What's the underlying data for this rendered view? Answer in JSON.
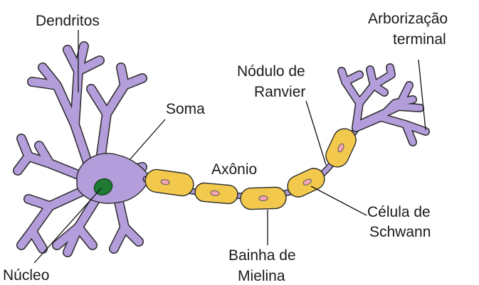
{
  "labels": {
    "dendrites": "Dendritos",
    "terminal_line1": "Arborização",
    "terminal_line2": "terminal",
    "ranvier_line1": "Nódulo de",
    "ranvier_line2": "Ranvier",
    "soma": "Soma",
    "axon": "Axônio",
    "schwann_line1": "Célula de",
    "schwann_line2": "Schwann",
    "myelin_line1": "Bainha de",
    "myelin_line2": "Mielina",
    "nucleus": "Núcleo"
  },
  "colors": {
    "cell_body": "#b39ddb",
    "myelin": "#f2c94c",
    "schwann_nucleus": "#f3a6b6",
    "nucleus": "#1f7a33",
    "outline": "#2b2b2b",
    "label": "#1a1a1a"
  }
}
